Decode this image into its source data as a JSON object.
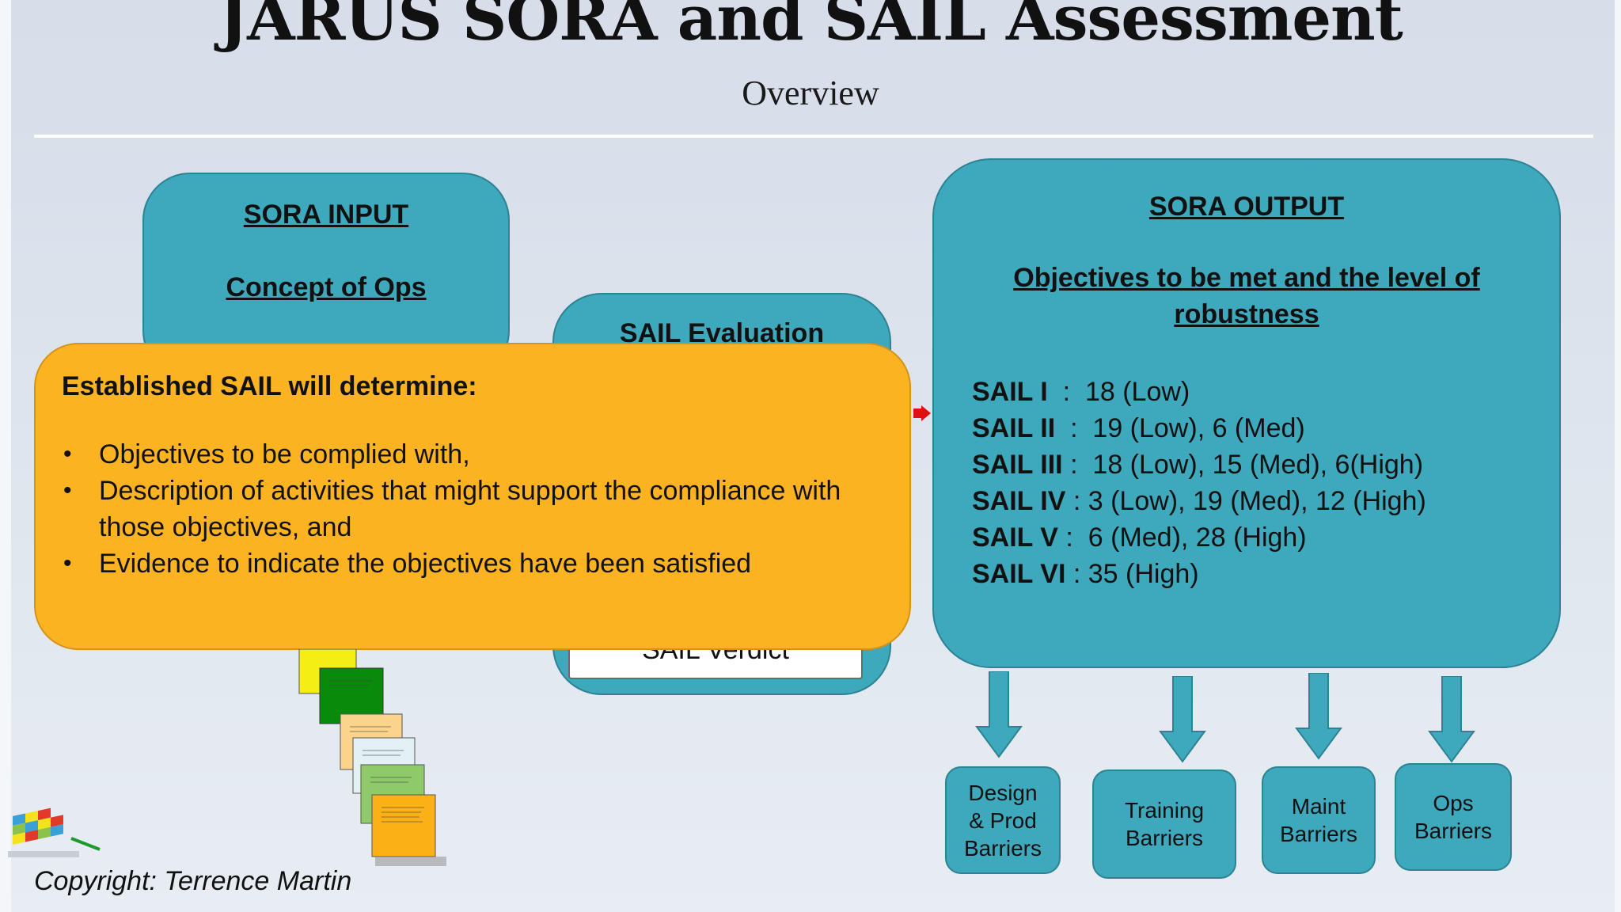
{
  "slide": {
    "title": "JARUS SORA and SAIL Assessment",
    "subtitle": "Overview"
  },
  "sora_input": {
    "heading": "SORA INPUT",
    "subheading": "Concept of Ops"
  },
  "sail_evaluation": {
    "title": "SAIL Evaluation",
    "verdict_label": "SAIL Verdict"
  },
  "sora_output": {
    "heading": "SORA OUTPUT",
    "subheading_line1": "Objectives to be met and  the level of",
    "subheading_line2": "robustness",
    "sail_levels": [
      {
        "level": "SAIL I",
        "sep": "  :  ",
        "detail": "18 (Low)"
      },
      {
        "level": "SAIL II",
        "sep": "  :  ",
        "detail": "19 (Low), 6 (Med)"
      },
      {
        "level": "SAIL III",
        "sep": " :  ",
        "detail": "18 (Low), 15 (Med), 6(High)"
      },
      {
        "level": "SAIL IV",
        "sep": " : ",
        "detail": "3 (Low), 19 (Med), 12 (High)"
      },
      {
        "level": "SAIL V",
        "sep": " :  ",
        "detail": "6 (Med), 28 (High)"
      },
      {
        "level": "SAIL VI",
        "sep": " : ",
        "detail": "35 (High)"
      }
    ]
  },
  "callout": {
    "title": "Established SAIL will determine:",
    "bullets": [
      "Objectives to be complied with,",
      "Description of activities that might support the compliance with those objectives, and",
      "Evidence to indicate the objectives have been satisfied"
    ]
  },
  "barriers": [
    {
      "label": "Design\n& Prod\nBarriers"
    },
    {
      "label": "Training\nBarriers"
    },
    {
      "label": "Maint\nBarriers"
    },
    {
      "label": "Ops\nBarriers"
    }
  ],
  "copyright": "Copyright: Terrence Martin",
  "colors": {
    "teal_box": "#3ea8bc",
    "callout_orange": "#fcb322",
    "connector_red": "#e01010"
  }
}
